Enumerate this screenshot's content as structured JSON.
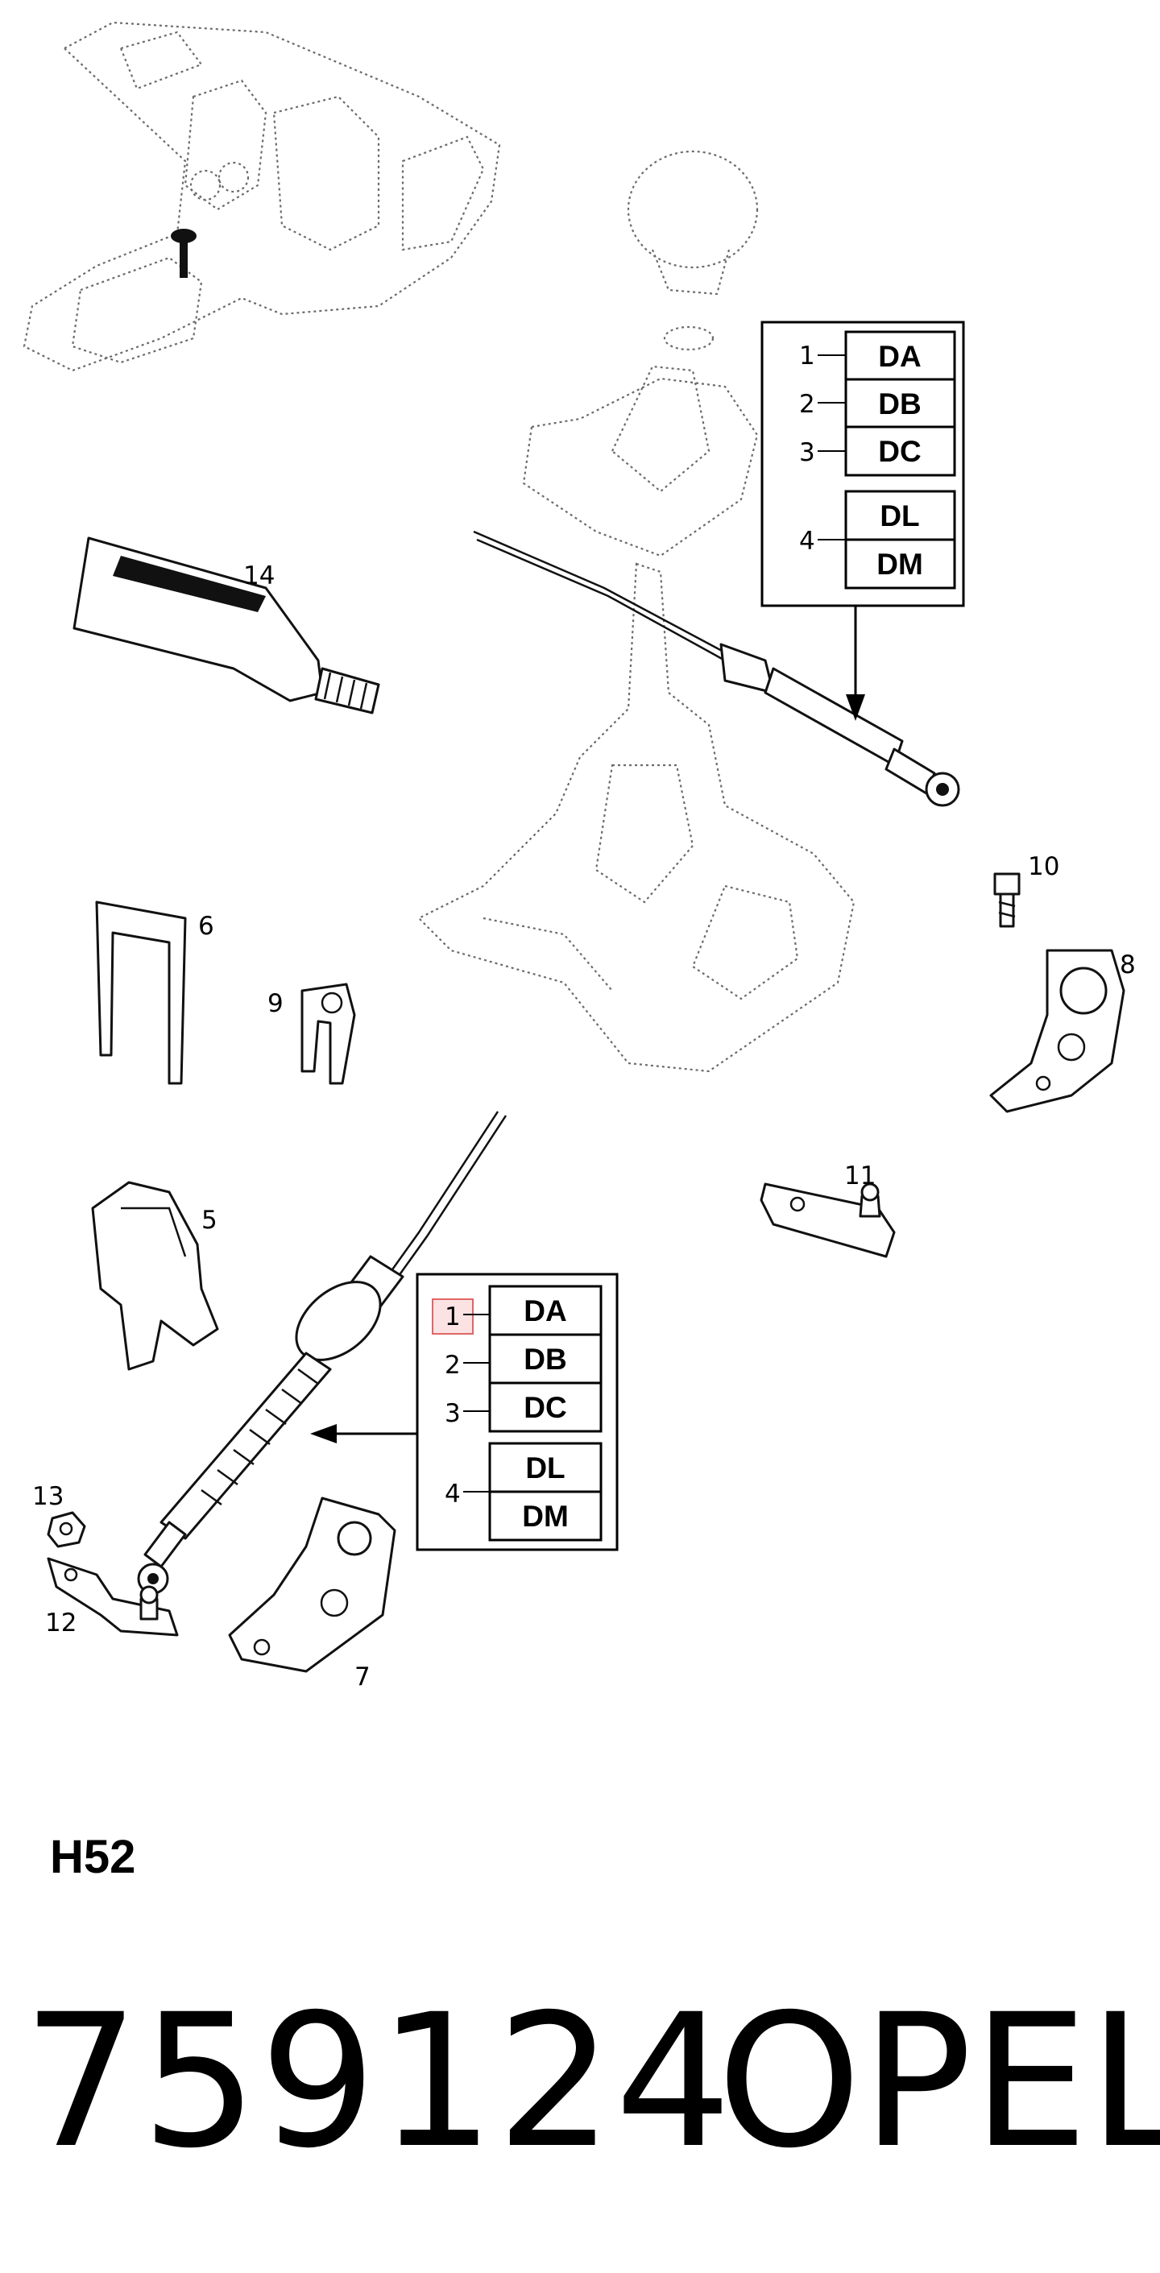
{
  "callouts": [
    "14",
    "10",
    "6",
    "8",
    "9",
    "5",
    "11",
    "13",
    "12",
    "7"
  ],
  "box_top": {
    "rows": [
      {
        "num": "1",
        "code": "DA"
      },
      {
        "num": "2",
        "code": "DB"
      },
      {
        "num": "3",
        "code": "DC"
      },
      {
        "num": "4",
        "code": "DL"
      },
      {
        "code": "DM"
      }
    ]
  },
  "box_bottom": {
    "rows": [
      {
        "num": "1",
        "code": "DA"
      },
      {
        "num": "2",
        "code": "DB"
      },
      {
        "num": "3",
        "code": "DC"
      },
      {
        "num": "4",
        "code": "DL"
      },
      {
        "code": "DM"
      }
    ]
  },
  "model_code": "H52",
  "part_number": "759124",
  "brand": "OPEL"
}
